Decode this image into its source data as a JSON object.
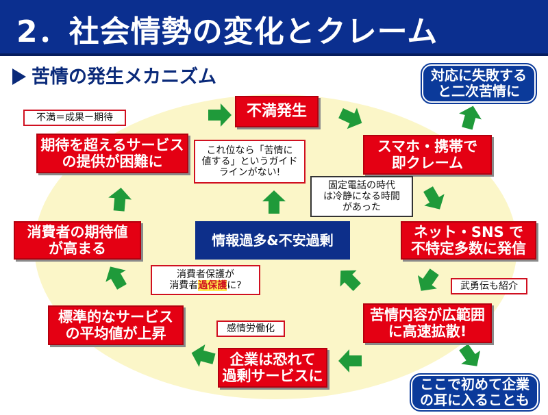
{
  "header": {
    "title": "2．社会情勢の変化とクレーム",
    "subtitle": "苦情の発生メカニズム"
  },
  "cycle": {
    "fuman_hassei": "不満発生",
    "smartphone": "スマホ・携帯で\n即クレーム",
    "net_sns": "ネット・SNS で\n不特定多数に発信",
    "kakusan": "苦情内容が広範囲\nに高速拡散!",
    "kigyou": "企業は恐れて\n過剰サービスに",
    "heikin": "標準的なサービス\nの平均値が上昇",
    "kitaichi": "消費者の期待値\nが高まる",
    "kitai_koeru": "期待を超えるサービス\nの提供が困難に"
  },
  "center": {
    "label": "情報過多&不安過剰"
  },
  "outcomes": {
    "failure": "対応に失敗する\nと二次苦情に",
    "company_ears": "ここで初めて企業\nの耳に入ることも"
  },
  "notes": {
    "formula": "不満＝成果ー期待",
    "guideline": "これ位なら「苦情に\n値する」というガイド\nラインがない!",
    "landline": "固定電話の時代\nは冷静になる時間\nがあった",
    "bravado": "武勇伝も紹介",
    "emotional_labor": "感情労働化",
    "protection_line1": "消費者保護が",
    "protection_prefix": "消費者",
    "protection_highlight": "過保護",
    "protection_suffix": "に?"
  },
  "colors": {
    "title_bar": "#0b2f8f",
    "red_box": "#e40013",
    "blue_box": "#0b3a9a",
    "arrow_green": "#1f9a3a",
    "ellipse": "#fbf6c8"
  }
}
